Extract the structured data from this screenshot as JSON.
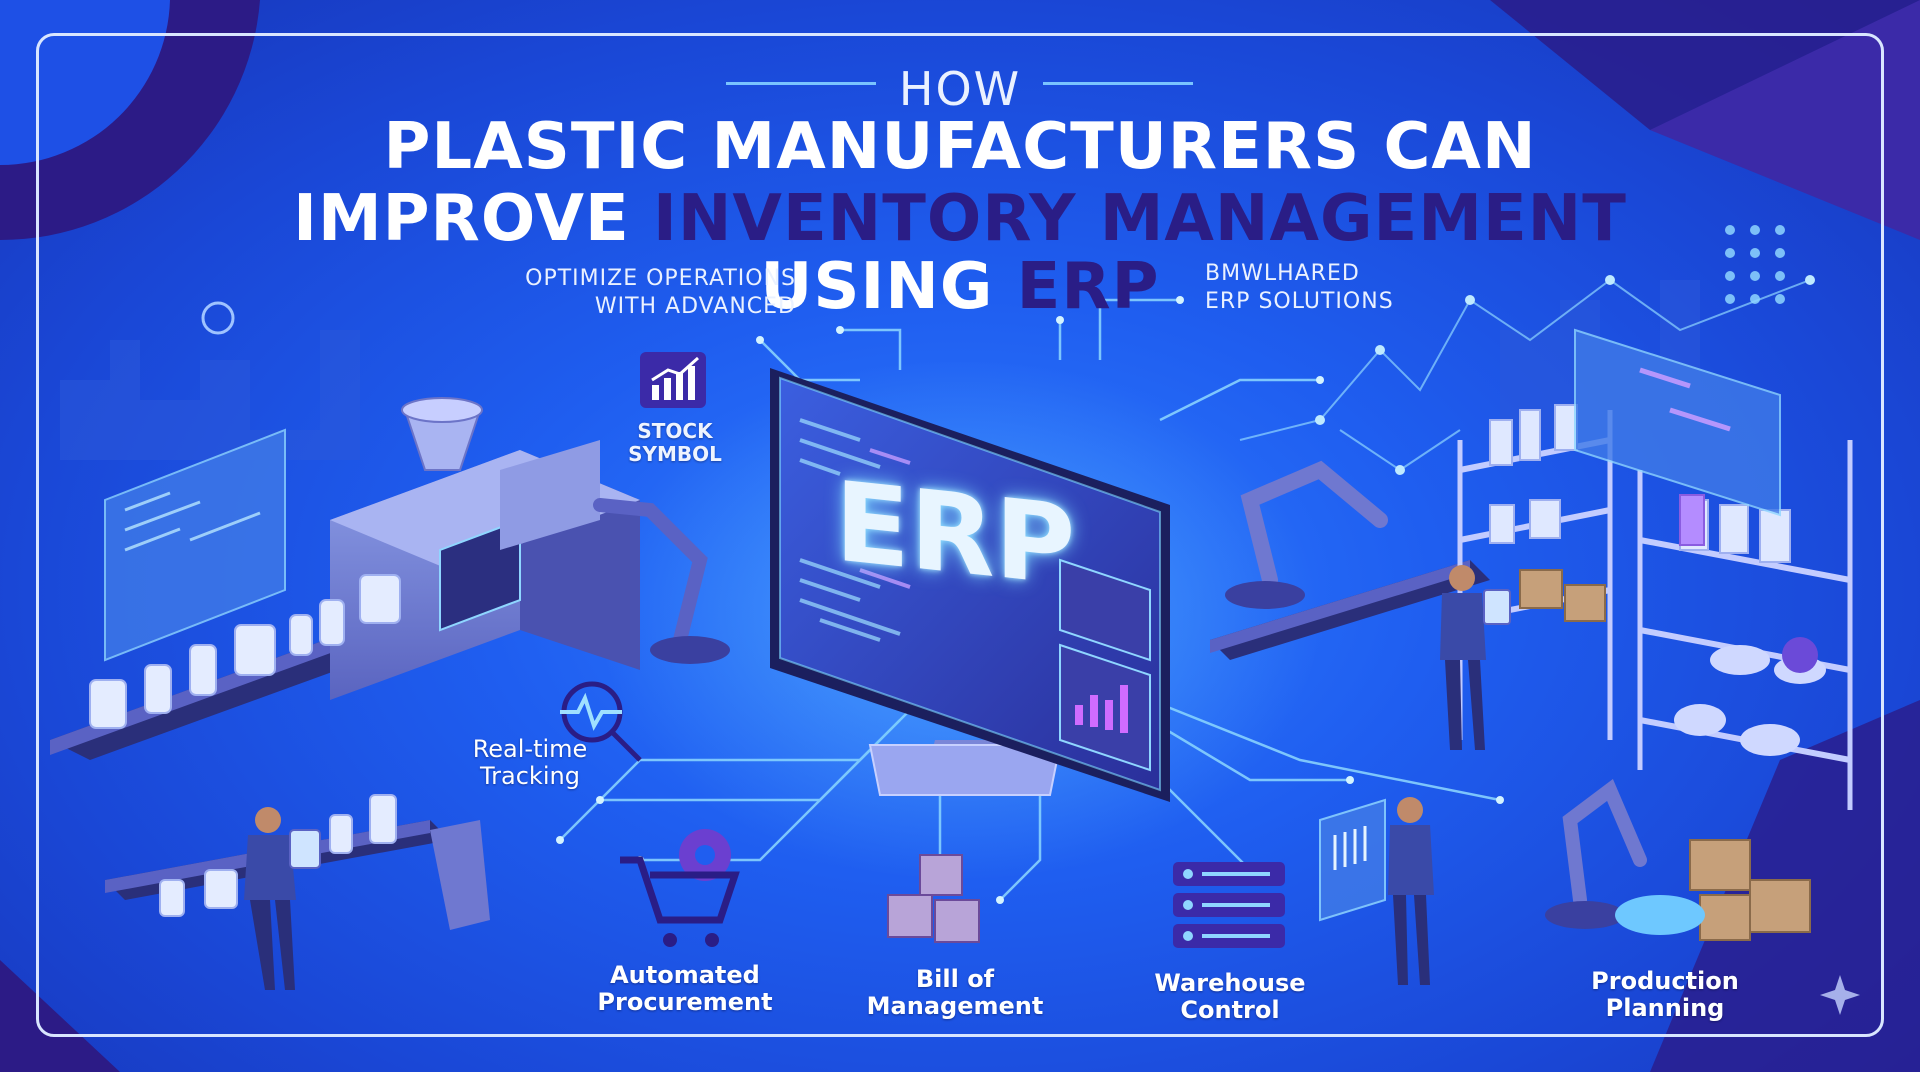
{
  "header": {
    "how": "HOW",
    "line1": "PLASTIC MANUFACTURERS CAN",
    "line2_white": "IMPROVE",
    "line2_highlight": "INVENTORY MANAGEMENT",
    "line3_white": "USING",
    "line3_highlight": "ERP",
    "left_tagline_1": "OPTIMIZE OPERATIONS",
    "left_tagline_2": "WITH ADVANCED",
    "right_tagline_1": "BMWLHARED",
    "right_tagline_2": "ERP SOLUTIONS"
  },
  "monitor": {
    "screen_text": "ERP"
  },
  "badges": {
    "stock_symbol_1": "STOCK",
    "stock_symbol_2": "SYMBOL"
  },
  "features": [
    {
      "line1": "Real-time",
      "line2": "Tracking"
    },
    {
      "line1": "Automated",
      "line2": "Procurement"
    },
    {
      "line1": "Bill of",
      "line2": "Management"
    },
    {
      "line1": "Warehouse",
      "line2": "Control"
    },
    {
      "line1": "Production",
      "line2": "Planning"
    }
  ],
  "colors": {
    "background": "#1f5ef0",
    "highlight_text": "#2a1d86",
    "accent_cyan": "#7fd8ff",
    "accent_purple": "#6b3fd0"
  }
}
